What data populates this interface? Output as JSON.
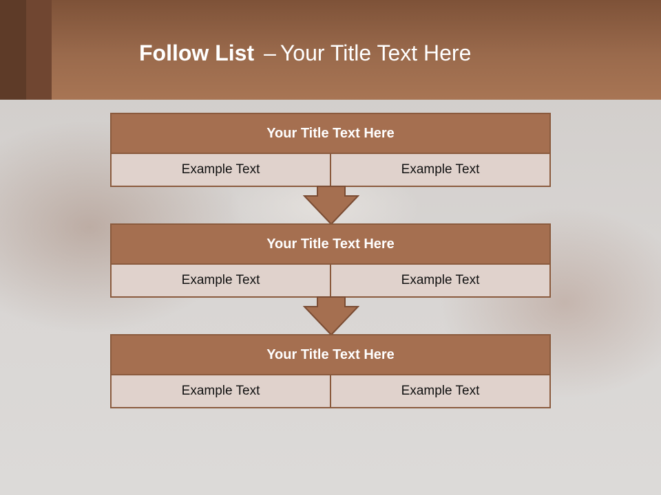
{
  "slide": {
    "title_bold": "Follow List",
    "title_separator": "–",
    "title_rest": "Your Title Text Here"
  },
  "blocks": [
    {
      "title": "Your Title Text Here",
      "left_text": "Example Text",
      "right_text": "Example Text"
    },
    {
      "title": "Your Title Text Here",
      "left_text": "Example Text",
      "right_text": "Example Text"
    },
    {
      "title": "Your Title Text Here",
      "left_text": "Example Text",
      "right_text": "Example Text"
    }
  ],
  "colors": {
    "header": "#9a6a4c",
    "block_title": "#a56f50",
    "block_body": "#e0d2cc",
    "border": "#8a5a3d"
  }
}
